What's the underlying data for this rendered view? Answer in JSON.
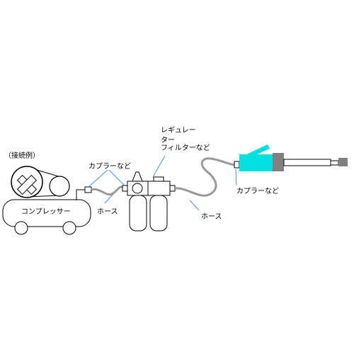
{
  "diagram": {
    "title": "（接続例）",
    "compressor_label": "コンプレッサー",
    "coupler_label_1": "カプラーなど",
    "hose_label_1": "ホース",
    "regulator_label_line1": "レギュレー",
    "regulator_label_line2": "ター",
    "regulator_label_line3": "フィルターなど",
    "hose_label_2": "ホース",
    "coupler_label_2": "カプラーなど"
  },
  "colors": {
    "tool_body": "#00e0e0",
    "tool_ring": "#808080",
    "hose": "#999999",
    "leader_line": "#4a90d9",
    "outline": "#000000"
  }
}
